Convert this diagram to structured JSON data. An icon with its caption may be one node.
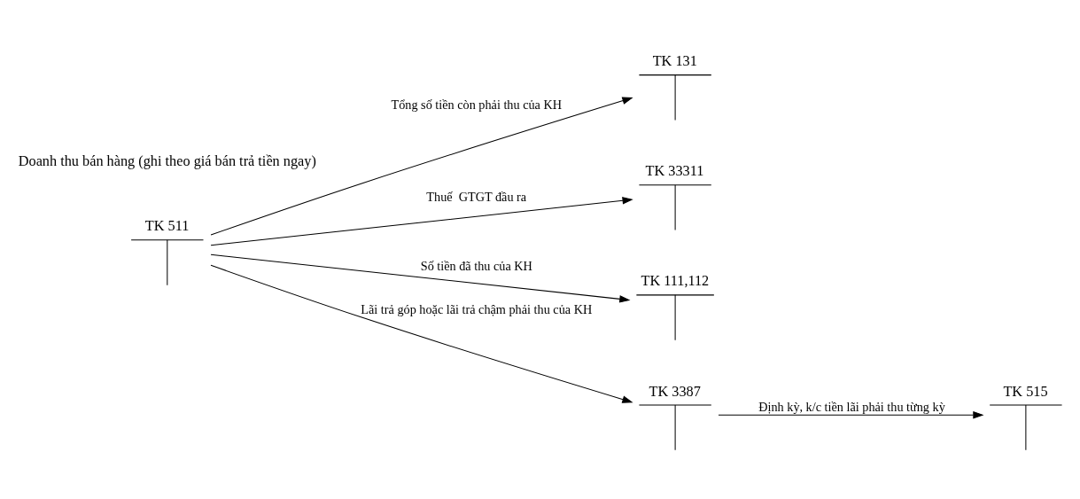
{
  "diagram": {
    "nodes": [
      {
        "text": [
          "TK 511"
        ]
      },
      {
        "text": [
          "TK 131"
        ]
      },
      {
        "text": [
          "TK 33311"
        ]
      },
      {
        "text": [
          "TK 111,112"
        ]
      },
      {
        "text": [
          "TK 515"
        ]
      },
      {
        "text": [
          "TK 3387"
        ]
      }
    ],
    "edges": [
      {
        "from": 0,
        "to": 1,
        "arrow": "to",
        "label": "Tổng số tiền còn phải thu của KH"
      },
      {
        "from": 0,
        "to": 2,
        "arrow": "to",
        "label": "Thuế  GTGT đầu ra"
      },
      {
        "from": 0,
        "to": 3,
        "arrow": "to",
        "label": "Số tiền đã thu của KH"
      },
      {
        "from": 0,
        "to": 5,
        "arrow": "to",
        "label": "Lãi trả góp hoặc lãi trả chậm phải thu của KH"
      },
      {
        "from": 5,
        "to": 4,
        "arrow": "to",
        "label": "Định kỳ, k/c tiền lãi phải thu từng kỳ"
      }
    ],
    "labels": [
      "Doanh thu bán hàng (ghi theo giá bán trả tiền ngay)"
    ]
  }
}
